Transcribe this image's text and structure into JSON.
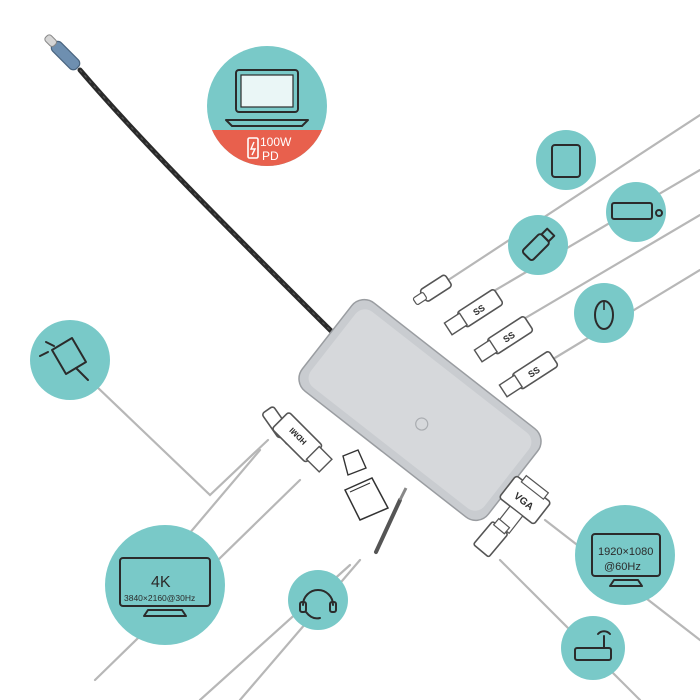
{
  "power_label_top": "100W",
  "power_label_bottom": "PD",
  "monitor_4k_title": "4K",
  "monitor_4k_resolution": "3840×2160@30Hz",
  "vga_resolution": "1920×1080",
  "vga_refresh": "@60Hz",
  "hdmi_plug_text": "HDMI",
  "vga_plug_text": "VGA",
  "usb_symbol": "SS",
  "colors": {
    "teal_circle": "#79c9c8",
    "power_red": "#e8604d",
    "hub_silver": "#c9ccd0",
    "cable_black": "#2a2a2a",
    "usbc_blue": "#6e8fb0"
  }
}
